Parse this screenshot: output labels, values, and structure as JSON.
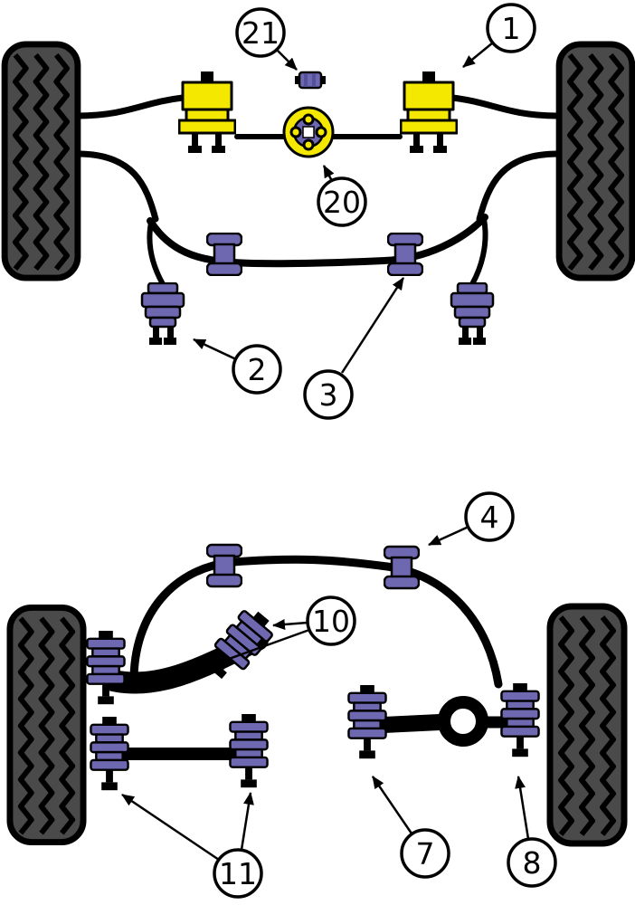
{
  "diagram": {
    "colors": {
      "background": "#ffffff",
      "outline": "#000000",
      "bushing": "#6e68b1",
      "bushing_shade": "#55509c",
      "mount": "#f5e800",
      "tire": "#4a4a4a",
      "callout_fill": "#ffffff"
    },
    "callouts": {
      "c1": {
        "label": "1"
      },
      "c2": {
        "label": "2"
      },
      "c3": {
        "label": "3"
      },
      "c4": {
        "label": "4"
      },
      "c7": {
        "label": "7"
      },
      "c8": {
        "label": "8"
      },
      "c10": {
        "label": "10"
      },
      "c11": {
        "label": "11"
      },
      "c20": {
        "label": "20"
      },
      "c21": {
        "label": "21"
      }
    }
  }
}
